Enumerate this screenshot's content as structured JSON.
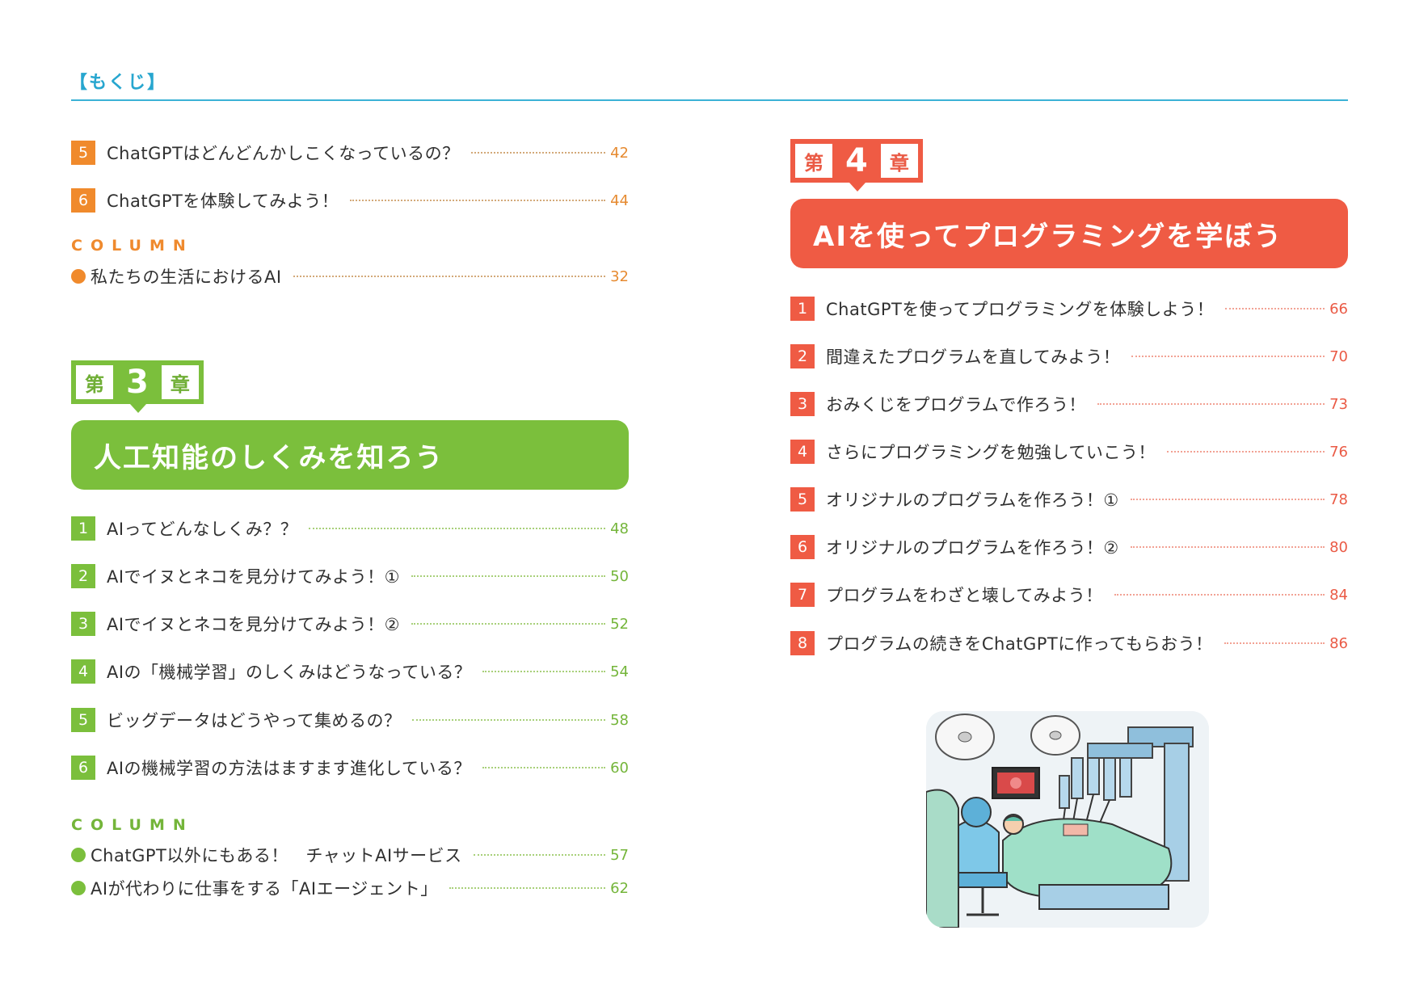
{
  "header": {
    "title": "【もくじ】"
  },
  "left": {
    "chapter2_rows": [
      {
        "num": "5",
        "title": "ChatGPTはどんどんかしこくなっているの？",
        "page": "42"
      },
      {
        "num": "6",
        "title": "ChatGPTを体験してみよう！",
        "page": "44"
      }
    ],
    "column1": {
      "label": "COLUMN",
      "items": [
        {
          "title": "私たちの生活におけるAI",
          "page": "32"
        }
      ]
    },
    "chapter3": {
      "prefix": "第",
      "number": "3",
      "suffix": "章",
      "title": "人工知能のしくみを知ろう",
      "rows": [
        {
          "num": "1",
          "title": "AIってどんなしくみ？？",
          "page": "48"
        },
        {
          "num": "2",
          "title": "AIでイヌとネコを見分けてみよう！①",
          "page": "50"
        },
        {
          "num": "3",
          "title": "AIでイヌとネコを見分けてみよう！②",
          "page": "52"
        },
        {
          "num": "4",
          "title": "AIの「機械学習」のしくみはどうなっている？",
          "page": "54"
        },
        {
          "num": "5",
          "title": "ビッグデータはどうやって集めるの？",
          "page": "58"
        },
        {
          "num": "6",
          "title": "AIの機械学習の方法はますます進化している？",
          "page": "60"
        }
      ]
    },
    "column2": {
      "label": "COLUMN",
      "items": [
        {
          "title": "ChatGPT以外にもある！　チャットAIサービス",
          "page": "57"
        },
        {
          "title": "AIが代わりに仕事をする「AIエージェント」",
          "page": "62"
        }
      ]
    }
  },
  "right": {
    "chapter4": {
      "prefix": "第",
      "number": "4",
      "suffix": "章",
      "title": "AIを使ってプログラミングを学ぼう",
      "rows": [
        {
          "num": "1",
          "title": "ChatGPTを使ってプログラミングを体験しよう！",
          "page": "66"
        },
        {
          "num": "2",
          "title": "間違えたプログラムを直してみよう！",
          "page": "70"
        },
        {
          "num": "3",
          "title": "おみくじをプログラムで作ろう！",
          "page": "73"
        },
        {
          "num": "4",
          "title": "さらにプログラミングを勉強していこう！",
          "page": "76"
        },
        {
          "num": "5",
          "title": "オリジナルのプログラムを作ろう！①",
          "page": "78"
        },
        {
          "num": "6",
          "title": "オリジナルのプログラムを作ろう！②",
          "page": "80"
        },
        {
          "num": "7",
          "title": "プログラムをわざと壊してみよう！",
          "page": "84"
        },
        {
          "num": "8",
          "title": "プログラムの続きをChatGPTに作ってもらおう！",
          "page": "86"
        }
      ]
    }
  },
  "colors": {
    "accent_blue": "#27a6cf",
    "orange": "#f08a2c",
    "green": "#7bbf3c",
    "red": "#ef5b44"
  },
  "illustration": {
    "subject": "robot-surgery-illustration"
  }
}
